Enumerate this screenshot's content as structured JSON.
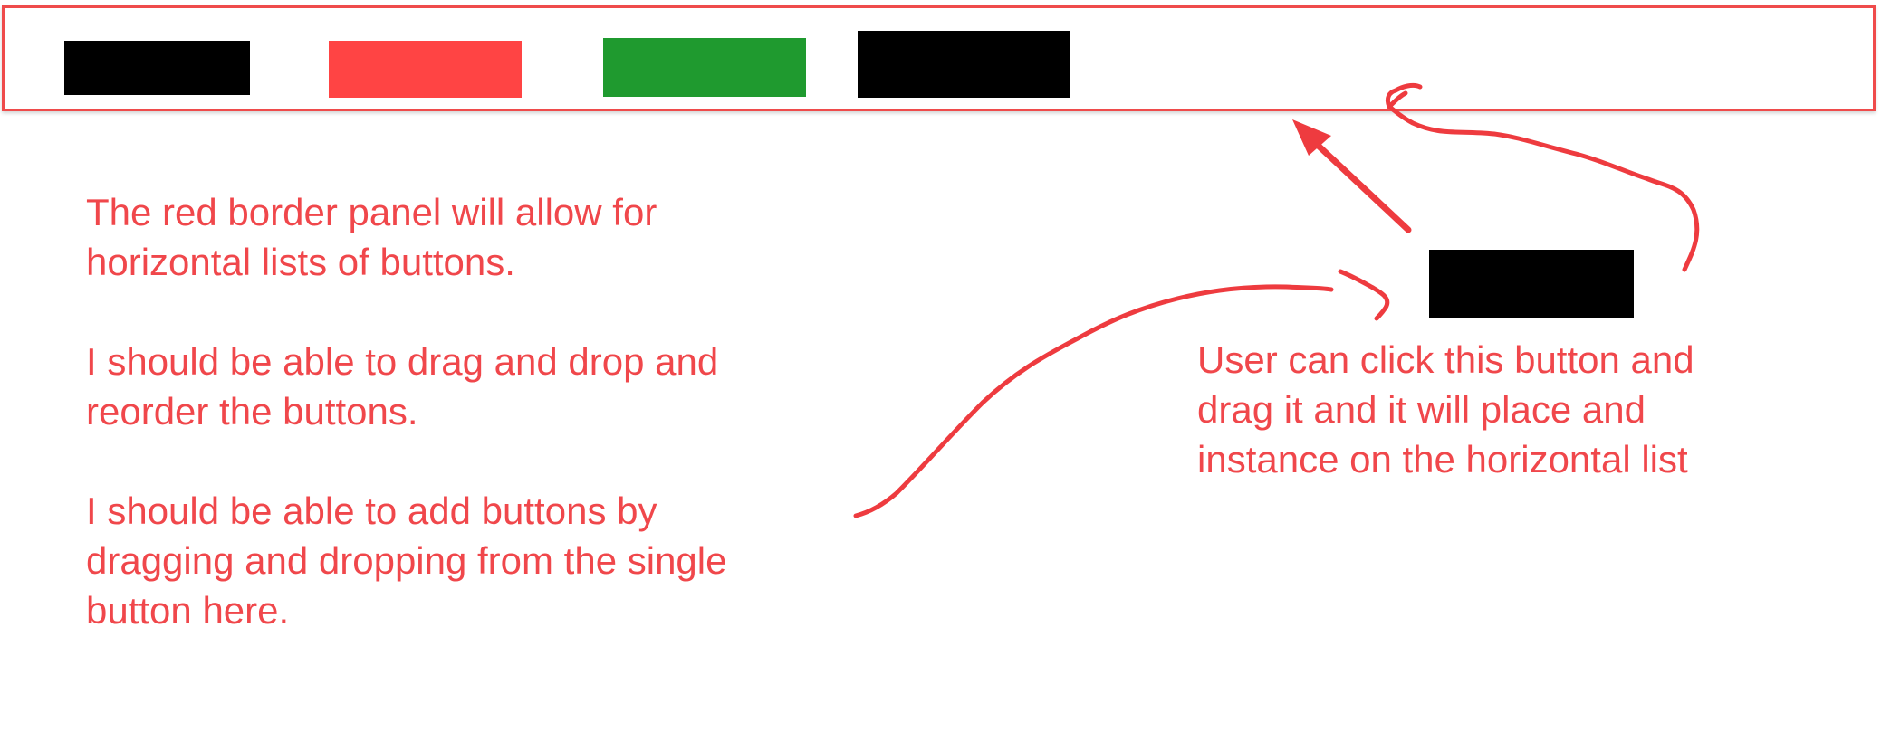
{
  "colors": {
    "panel_border": "#ef4b4b",
    "annotation_text": "#f0474b",
    "annotation_arrow": "#ee3b3f"
  },
  "panel": {
    "buttons": [
      {
        "color": "#000000"
      },
      {
        "color": "#ff4444"
      },
      {
        "color": "#1f9a2f"
      },
      {
        "color": "#000000"
      }
    ]
  },
  "source_button": {
    "color": "#000000"
  },
  "notes": {
    "left": [
      {
        "lines": [
          "The red border panel will allow for",
          "horizontal lists of buttons."
        ]
      },
      {
        "lines": [
          "I should be able to drag and drop and",
          "reorder the buttons."
        ]
      },
      {
        "lines": [
          "I should be able to add buttons by",
          "dragging and dropping from the single",
          "button here."
        ]
      }
    ],
    "right": {
      "lines": [
        "User can click this button and",
        "drag it and it will place and",
        "instance on the horizontal list"
      ]
    }
  },
  "annotation_icons": [
    "straight-arrow-icon",
    "curved-arrow-icon",
    "hand-drawn-pointer-line"
  ]
}
